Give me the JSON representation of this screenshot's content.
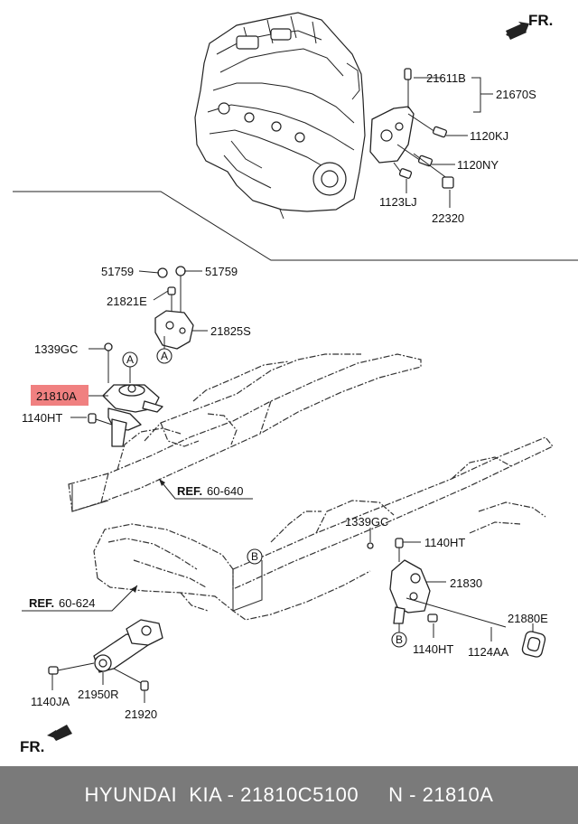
{
  "labels": {
    "p21611B": "21611B",
    "p21670S": "21670S",
    "p1120KJ": "1120KJ",
    "p1120NY": "1120NY",
    "p1123LJ": "1123LJ",
    "p22320": "22320",
    "p51759_left": "51759",
    "p51759_right": "51759",
    "p21821E": "21821E",
    "p21825S": "21825S",
    "p1339GC_top": "1339GC",
    "p21810A": "21810A",
    "p1140HT_left": "1140HT",
    "p1339GC_right": "1339GC",
    "p1140HT_right_top": "1140HT",
    "p21830": "21830",
    "p21880E": "21880E",
    "p1140HT_right_bottom": "1140HT",
    "p1124AA": "1124AA",
    "p1140JA": "1140JA",
    "p21950R": "21950R",
    "p21920": "21920"
  },
  "refs": {
    "ref1_prefix": "REF.",
    "ref1_num": "60-640",
    "ref2_prefix": "REF.",
    "ref2_num": "60-624"
  },
  "circles": {
    "a_top": "A",
    "a_mid": "A",
    "b_frame": "B",
    "b_bracket": "B"
  },
  "direction": {
    "fr_top": "FR.",
    "fr_bottom": "FR."
  },
  "highlight_color": "#f08080",
  "footer": {
    "text": "HYUNDAI  KIA - 21810C5100     N - 21810A"
  }
}
